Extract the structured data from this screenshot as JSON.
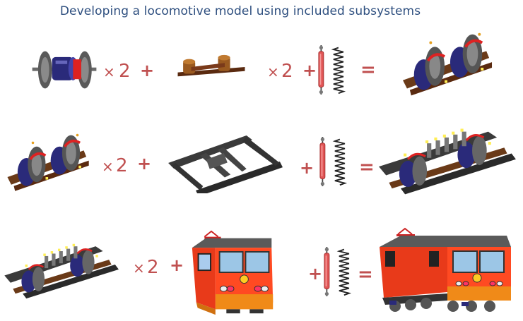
{
  "title": "Developing a locomotive model using included subsystems",
  "symbols": {
    "times": "×",
    "plus": "+",
    "equals": "="
  },
  "rows": [
    {
      "parts": [
        "wheelset",
        "axle-box-beam",
        "damper-spring"
      ],
      "multipliers": [
        "2",
        "2"
      ],
      "result": "bogie-frame-assembly"
    },
    {
      "parts": [
        "bogie-frame-assembly",
        "bogie-frame",
        "damper-spring"
      ],
      "multipliers": [
        "2"
      ],
      "result": "bogie"
    },
    {
      "parts": [
        "bogie",
        "car-body",
        "damper-spring"
      ],
      "multipliers": [
        "2"
      ],
      "result": "locomotive"
    }
  ],
  "colors": {
    "title": "#2e4f7f",
    "operators": "#c05050",
    "wheel_motor": "#2a2a7a",
    "beam": "#7a3a1a",
    "frame": "#333333",
    "body_red": "#e83a1a",
    "body_roof": "#5a5a5a",
    "window": "#9cc6e6",
    "skirt": "#f08a18"
  }
}
